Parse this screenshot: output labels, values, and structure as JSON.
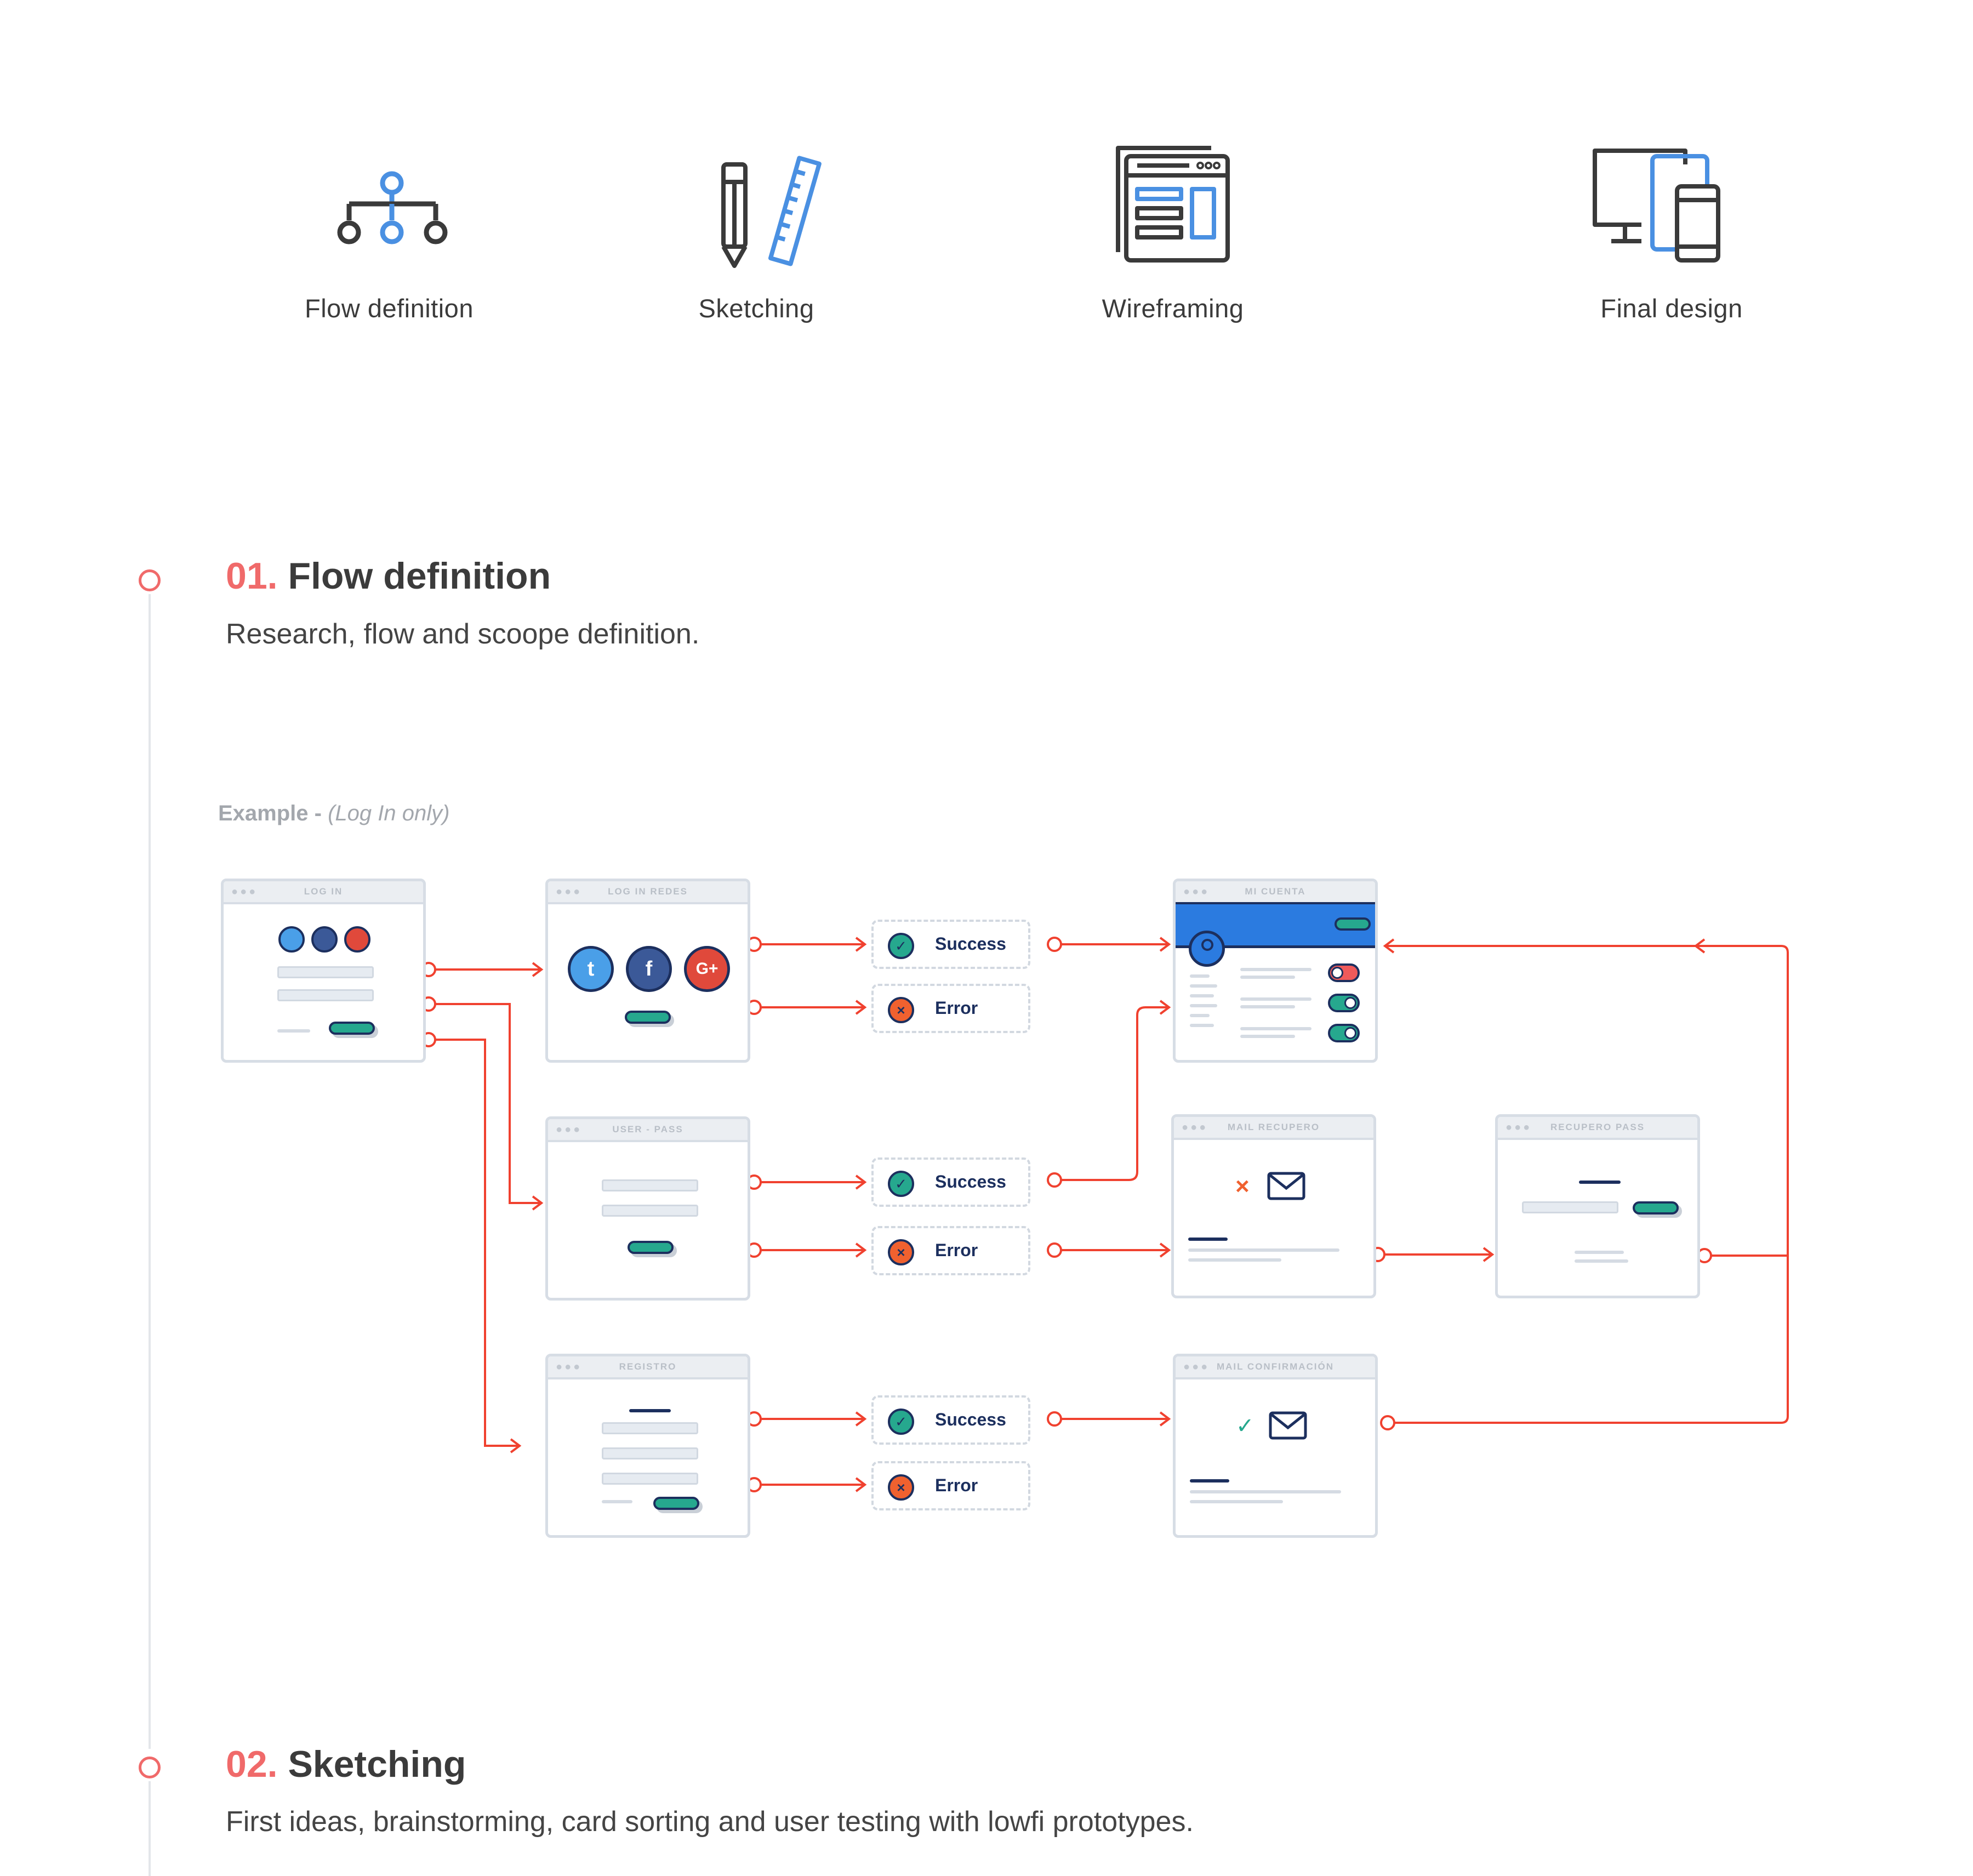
{
  "steps": [
    {
      "label": "Flow definition",
      "icon": "flow-tree-icon"
    },
    {
      "label": "Sketching",
      "icon": "pencil-ruler-icon"
    },
    {
      "label": "Wireframing",
      "icon": "wireframe-browser-icon"
    },
    {
      "label": "Final design",
      "icon": "devices-icon"
    }
  ],
  "sections": [
    {
      "num": "01.",
      "title": "Flow definition",
      "desc": "Research, flow and scoope definition."
    },
    {
      "num": "02.",
      "title": "Sketching",
      "desc": "First ideas, brainstorming, card sorting and user testing with lowfi prototypes."
    }
  ],
  "example": {
    "label": "Example - ",
    "note": "(Log In only)"
  },
  "screens": {
    "login": "LOG IN",
    "login_social": "LOG IN REDES",
    "user_pass": "USER - PASS",
    "registro": "REGISTRO",
    "mi_cuenta": "MI CUENTA",
    "mail_recupero": "MAIL RECUPERO",
    "recupero_pass": "RECUPERO PASS",
    "mail_confirmacion": "MAIL CONFIRMACIÓN"
  },
  "outcomes": {
    "success": "Success",
    "error": "Error"
  },
  "social_glyphs": {
    "twitter": "t",
    "facebook": "f",
    "google": "G+"
  },
  "colors": {
    "accent": "#f06a6a",
    "connector": "#f0412f",
    "navy": "#1c2f5e",
    "teal": "#26a88e",
    "header_blue": "#2b7be0",
    "icon_blue": "#4a90e2",
    "icon_dark": "#3a3a3a"
  }
}
